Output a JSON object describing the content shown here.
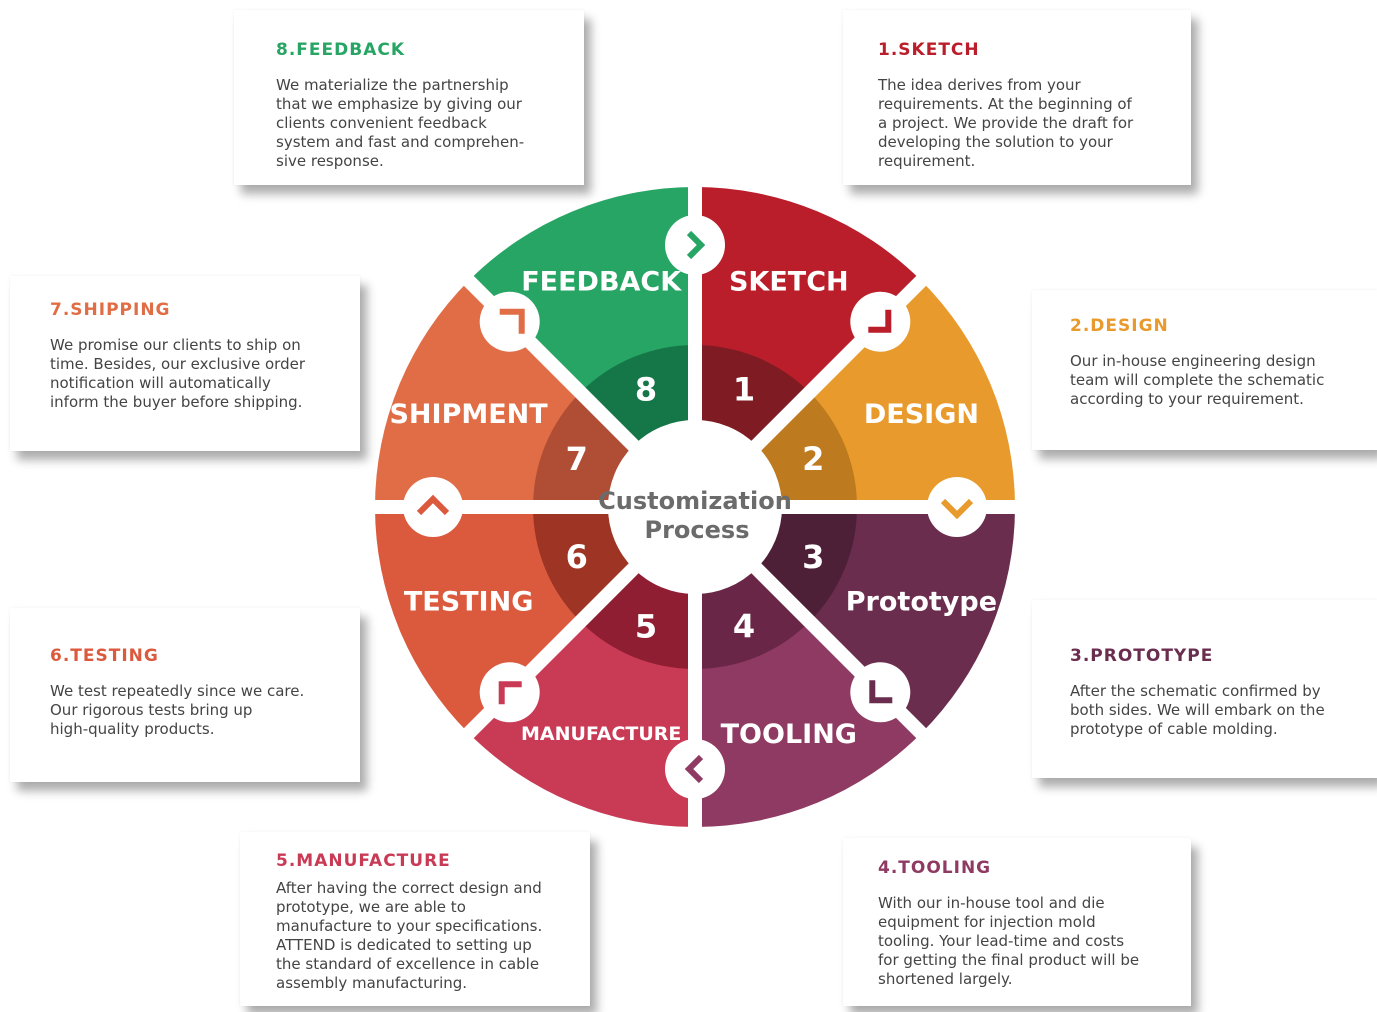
{
  "center": {
    "line1": "Customization",
    "line2": "Process"
  },
  "segments": [
    {
      "number": "1",
      "label": "SKETCH",
      "color": "#BA1E2A",
      "dark": "#7E1B23"
    },
    {
      "number": "2",
      "label": "DESIGN",
      "color": "#E89A2C",
      "dark": "#BD7A1E"
    },
    {
      "number": "3",
      "label": "Prototype",
      "color": "#6A2D4E",
      "dark": "#4E2038"
    },
    {
      "number": "4",
      "label": "TOOLING",
      "color": "#8E3A62",
      "dark": "#6A2647"
    },
    {
      "number": "5",
      "label": "MANUFACTURE",
      "color": "#C93A55",
      "dark": "#8F1E33"
    },
    {
      "number": "6",
      "label": "TESTING",
      "color": "#DB5A3E",
      "dark": "#9E3524"
    },
    {
      "number": "7",
      "label": "SHIPMENT",
      "color": "#E06D45",
      "dark": "#B04E35"
    },
    {
      "number": "8",
      "label": "FEEDBACK",
      "color": "#27A565",
      "dark": "#157648"
    }
  ],
  "cards": {
    "feedback": {
      "title": "8.FEEDBACK",
      "color": "#27A565",
      "text": "We materialize the partnership\nthat we emphasize by giving our\nclients convenient feedback\nsystem and fast and comprehen-\nsive response."
    },
    "sketch": {
      "title": "1.SKETCH",
      "color": "#BA1E2A",
      "text": "The idea derives from your\nrequirements. At the beginning of\na project. We provide the draft for\ndeveloping the solution to your\nrequirement."
    },
    "shipping": {
      "title": "7.SHIPPING",
      "color": "#E06D45",
      "text": "We promise our clients to ship on\ntime. Besides, our exclusive order\nnotification will automatically\ninform the buyer before shipping."
    },
    "design": {
      "title": "2.DESIGN",
      "color": "#E89A2C",
      "text": "Our in-house engineering design\nteam will complete the schematic\naccording to your requirement."
    },
    "testing": {
      "title": "6.TESTING",
      "color": "#DB5A3E",
      "text": "We test repeatedly since we care.\nOur rigorous tests bring up\nhigh-quality products."
    },
    "prototype": {
      "title": "3.PROTOTYPE",
      "color": "#6A2D4E",
      "text": "After the schematic confirmed by\nboth sides. We will embark on the\nprototype of cable molding."
    },
    "manufacture": {
      "title": "5.MANUFACTURE",
      "color": "#C93A55",
      "text": "After having the correct design and\nprototype, we are able to\nmanufacture to your specifications.\nATTEND is dedicated to setting up\nthe standard of excellence in cable\nassembly manufacturing."
    },
    "tooling": {
      "title": "4.TOOLING",
      "color": "#8E3A62",
      "text": "With our in-house tool and die\nequipment for injection mold\ntooling. Your lead-time and costs\nfor getting the final product will be\nshortened largely."
    }
  },
  "icons": [
    "arrow-right-icon",
    "corner-down-right-icon",
    "chevron-down-icon",
    "corner-bottom-left-icon",
    "chevron-left-icon",
    "corner-bottom-left-icon",
    "chevron-up-icon",
    "corner-top-left-icon"
  ]
}
